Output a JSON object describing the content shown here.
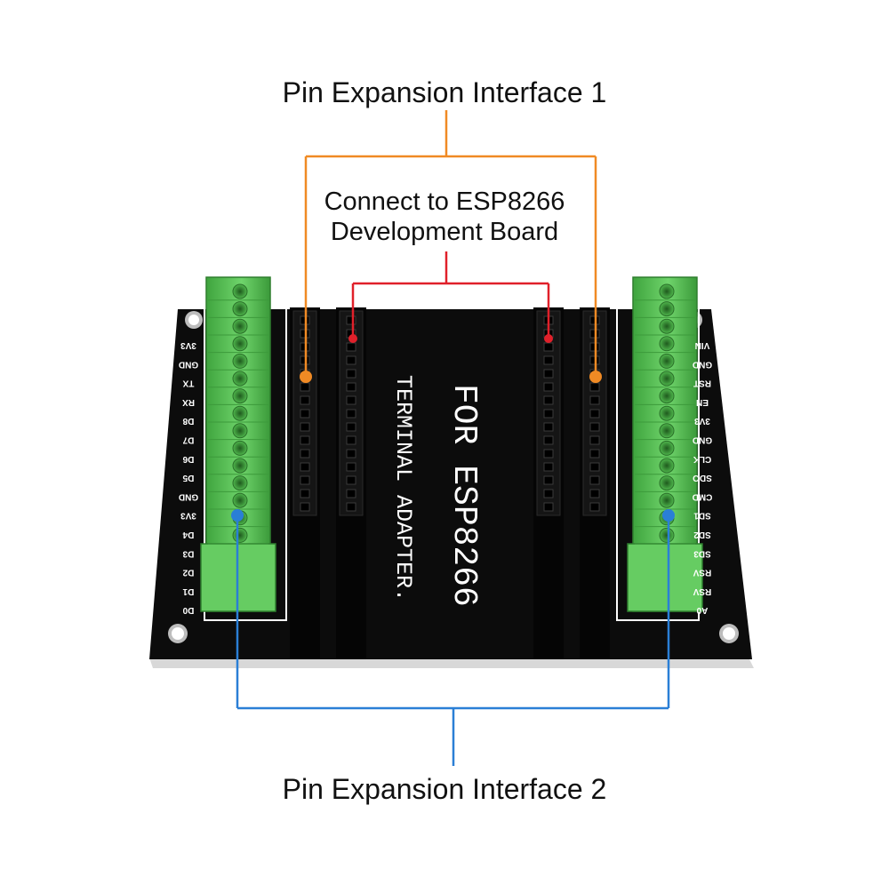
{
  "labels": {
    "interface_1": "Pin Expansion Interface 1",
    "connect_line1": "Connect to ESP8266",
    "connect_line2": "Development Board",
    "interface_2": "Pin Expansion Interface 2"
  },
  "board": {
    "title": "FOR ESP8266",
    "subtitle": "TERMINAL ADAPTER.",
    "left_pins": [
      "3V3",
      "GND",
      "TX",
      "RX",
      "D8",
      "D7",
      "D6",
      "D5",
      "GND",
      "3V3",
      "D4",
      "D3",
      "D2",
      "D1",
      "D0"
    ],
    "right_pins": [
      "VIN",
      "GND",
      "RST",
      "EN",
      "3V3",
      "GND",
      "CLK",
      "SDO",
      "CMD",
      "SD1",
      "SD2",
      "SD3",
      "RSV",
      "RSV",
      "A0"
    ]
  },
  "colors": {
    "interface_1_line": "#f08a24",
    "connect_line": "#e0202a",
    "interface_2_line": "#2a7fd6",
    "pcb": "#0c0c0c",
    "terminal_green": "#5cc85a"
  }
}
